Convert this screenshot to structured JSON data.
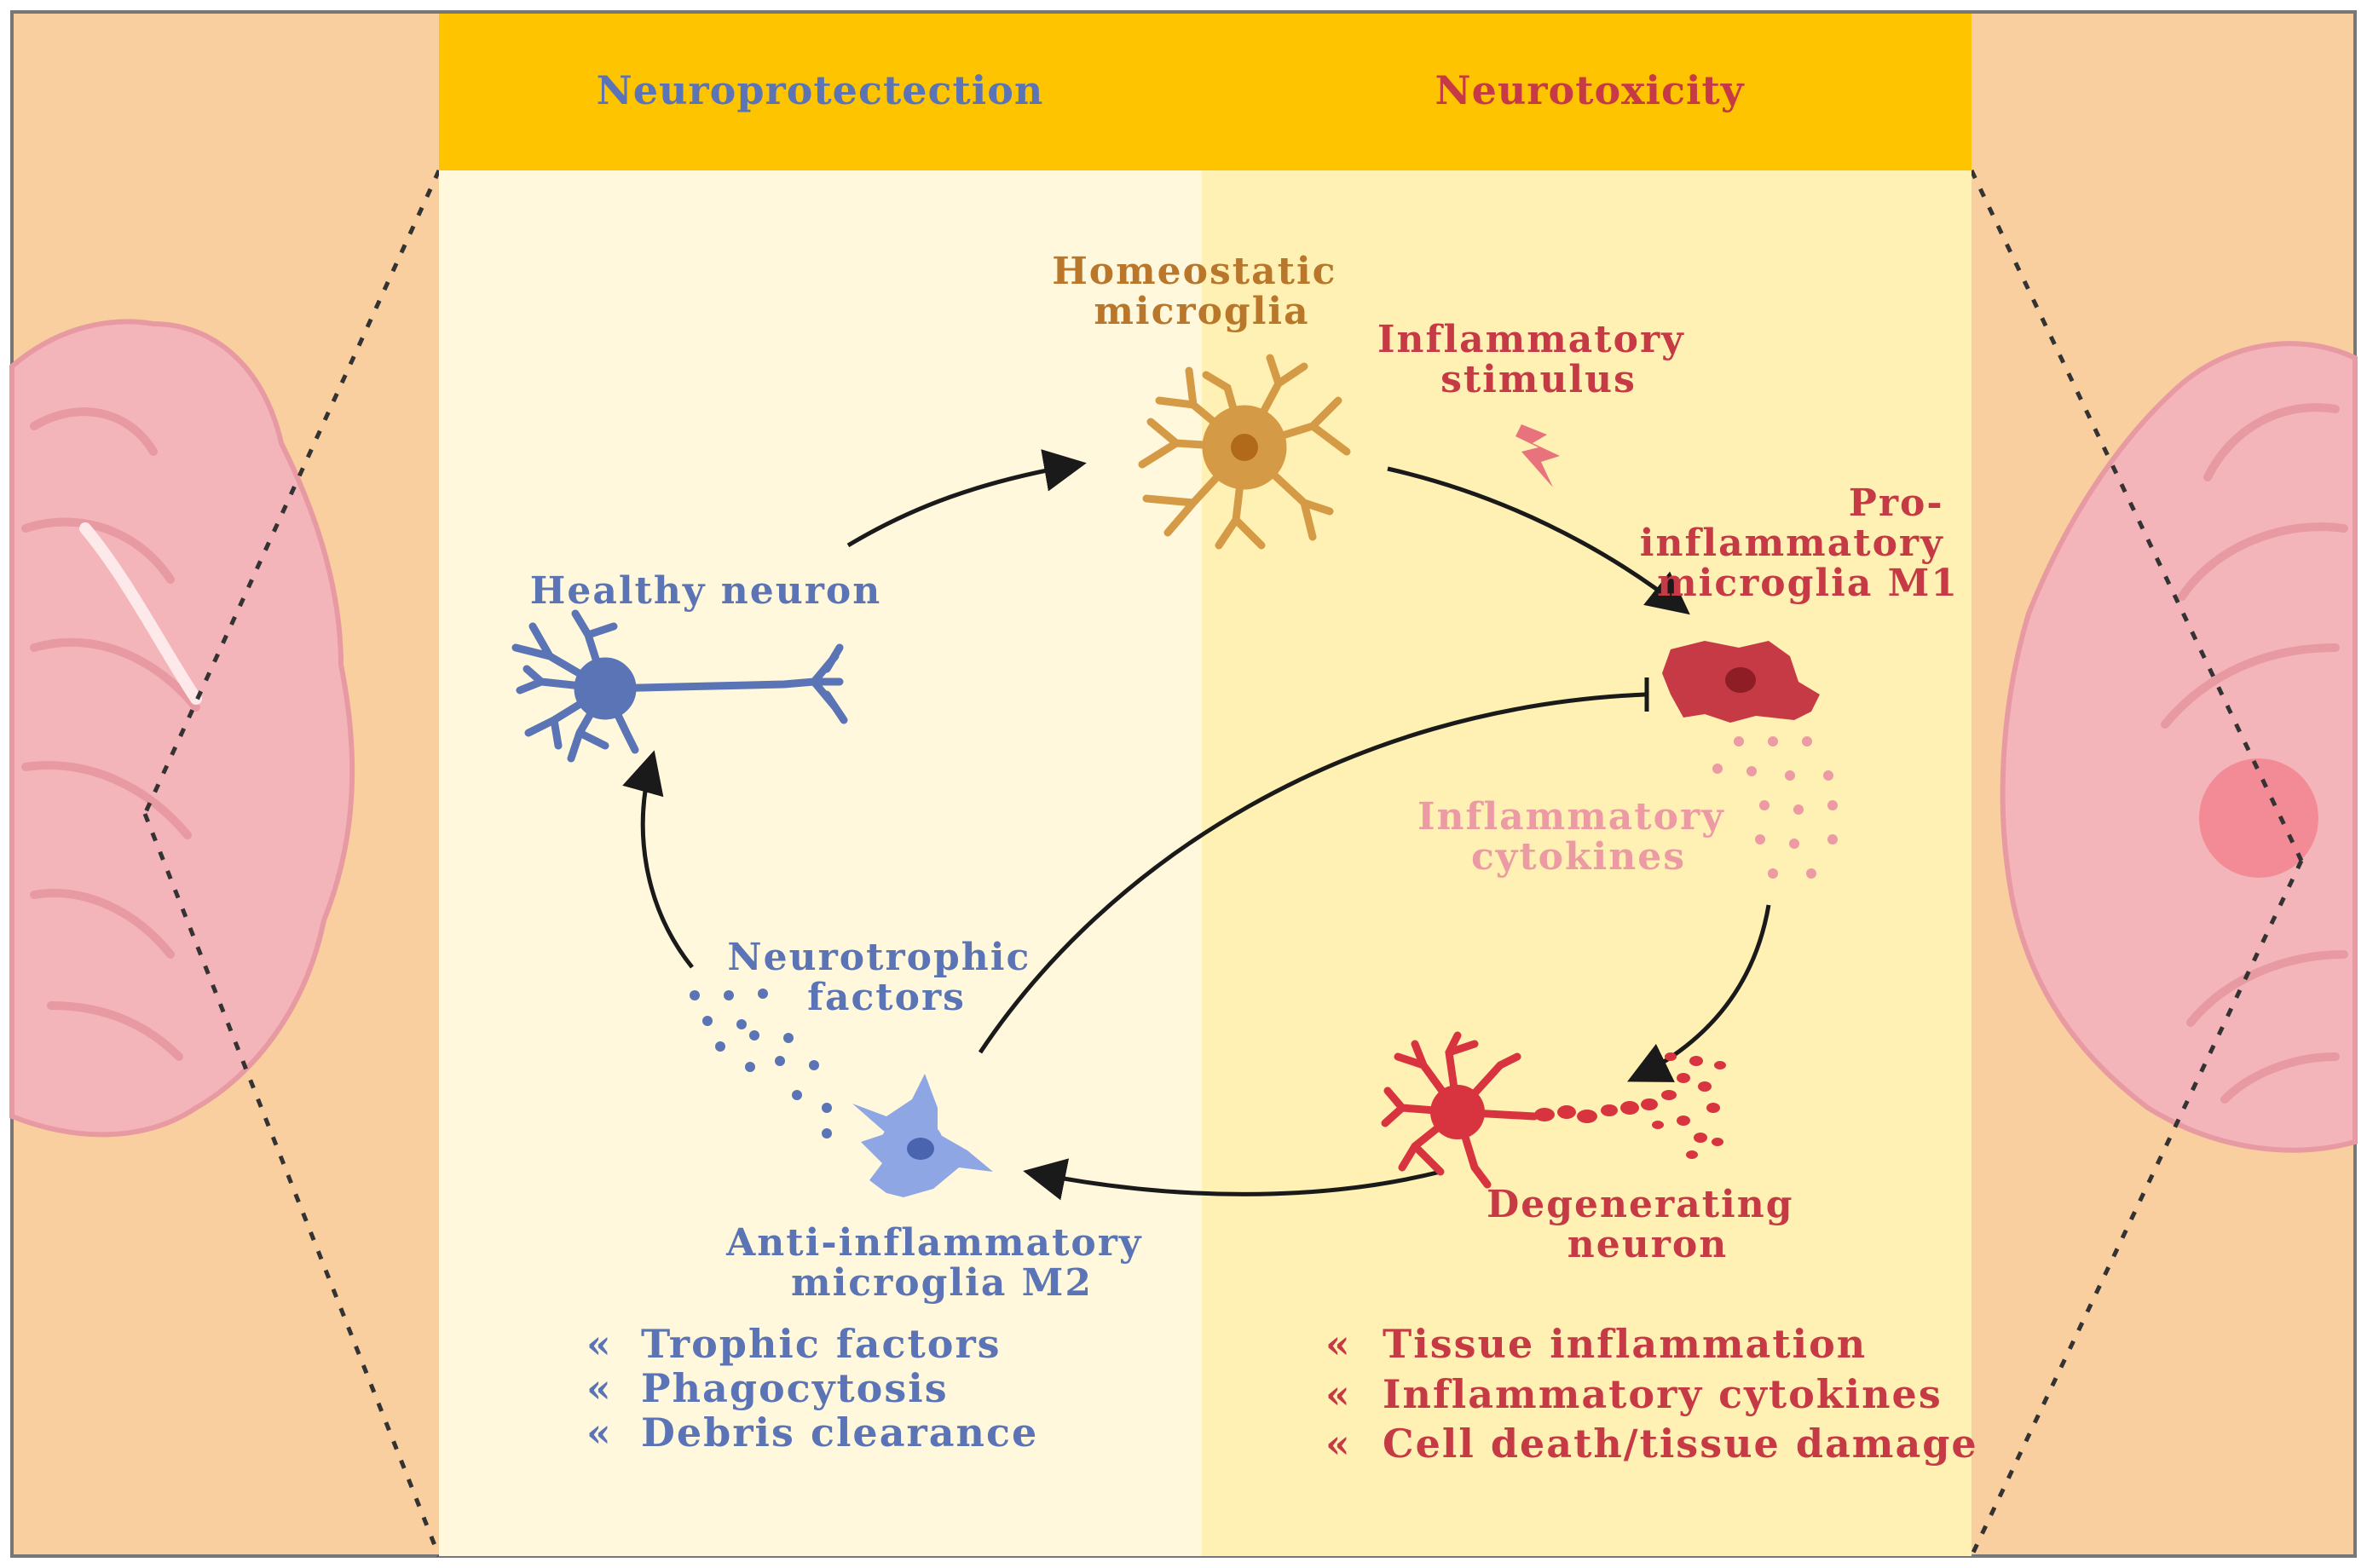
{
  "headers": {
    "left": "Neuroprotectection",
    "right": "Neurotoxicity"
  },
  "nodes": {
    "homeostatic_microglia": [
      "Homeostatic",
      "microglia"
    ],
    "inflammatory_stimulus": [
      "Inflammatory",
      "stimulus"
    ],
    "pro_inflammatory_m1": [
      "Pro-",
      "inflammatory",
      "microglia M1"
    ],
    "healthy_neuron": [
      "Healthy neuron"
    ],
    "inflammatory_cytokines": [
      "Inflammatory",
      "cytokines"
    ],
    "neurotrophic_factors": [
      "Neurotrophic",
      "factors"
    ],
    "anti_inflammatory_m2": [
      "Anti-inflammatory",
      "microglia M2"
    ],
    "degenerating_neuron": [
      "Degenerating",
      "neuron"
    ]
  },
  "lists": {
    "bullet": "«",
    "protective": [
      "Trophic factors",
      "Phagocytosis",
      "Debris clearance"
    ],
    "toxic": [
      "Tissue inflammation",
      "Inflammatory cytokines",
      "Cell death/tissue damage"
    ]
  },
  "colors": {
    "blue": "#5b74b5",
    "orange": "#b8772a",
    "red": "#c63a45",
    "pink": "#ec9aa4",
    "header": "#ffc400",
    "background": "#f9cfa0"
  }
}
